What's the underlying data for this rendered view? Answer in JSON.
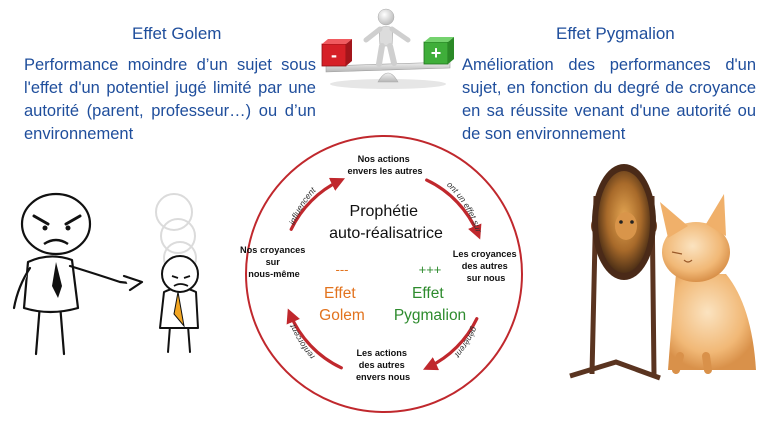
{
  "golem": {
    "title": "Effet Golem",
    "description": "Performance moindre d’un sujet sous l'effet d'un potentiel jugé limité par une autorité (parent, professeur…) ou d’un environnement"
  },
  "pygmalion": {
    "title": "Effet Pygmalion",
    "description": "Amélioration des performances d'un sujet, en fonction du degré de croyance en sa réussite venant d'une autorité ou de son environnement"
  },
  "balance": {
    "minus_sign": "-",
    "plus_sign": "+"
  },
  "cycle": {
    "center_title": [
      "Prophétie",
      "auto-réalisatrice"
    ],
    "nodes": {
      "top": [
        "Nos actions",
        "envers les autres"
      ],
      "right": [
        "Les croyances",
        "des autres",
        "sur nous"
      ],
      "bottom": [
        "Les actions",
        "des autres",
        "envers nous"
      ],
      "left": [
        "Nos croyances",
        "sur",
        "nous-même"
      ]
    },
    "arrow_labels": {
      "top_right": "ont un effet sur",
      "bottom_right": "génèrent",
      "bottom_left": "renforcent",
      "top_left": "influencent"
    },
    "golem_marker": "---",
    "golem_label": [
      "Effet",
      "Golem"
    ],
    "pygmalion_marker": "+++",
    "pygmalion_label": [
      "Effet",
      "Pygmalion"
    ]
  },
  "colors": {
    "title_blue": "#1f4e9c",
    "circle_red": "#c0282d",
    "golem_orange": "#e2731e",
    "pygmalion_green": "#2e8b2e"
  },
  "illustrations": {
    "left": "angry-man-pointing-at-sad-child-cartoon",
    "right": "kitten-looking-at-lion-reflection-in-mirror"
  }
}
